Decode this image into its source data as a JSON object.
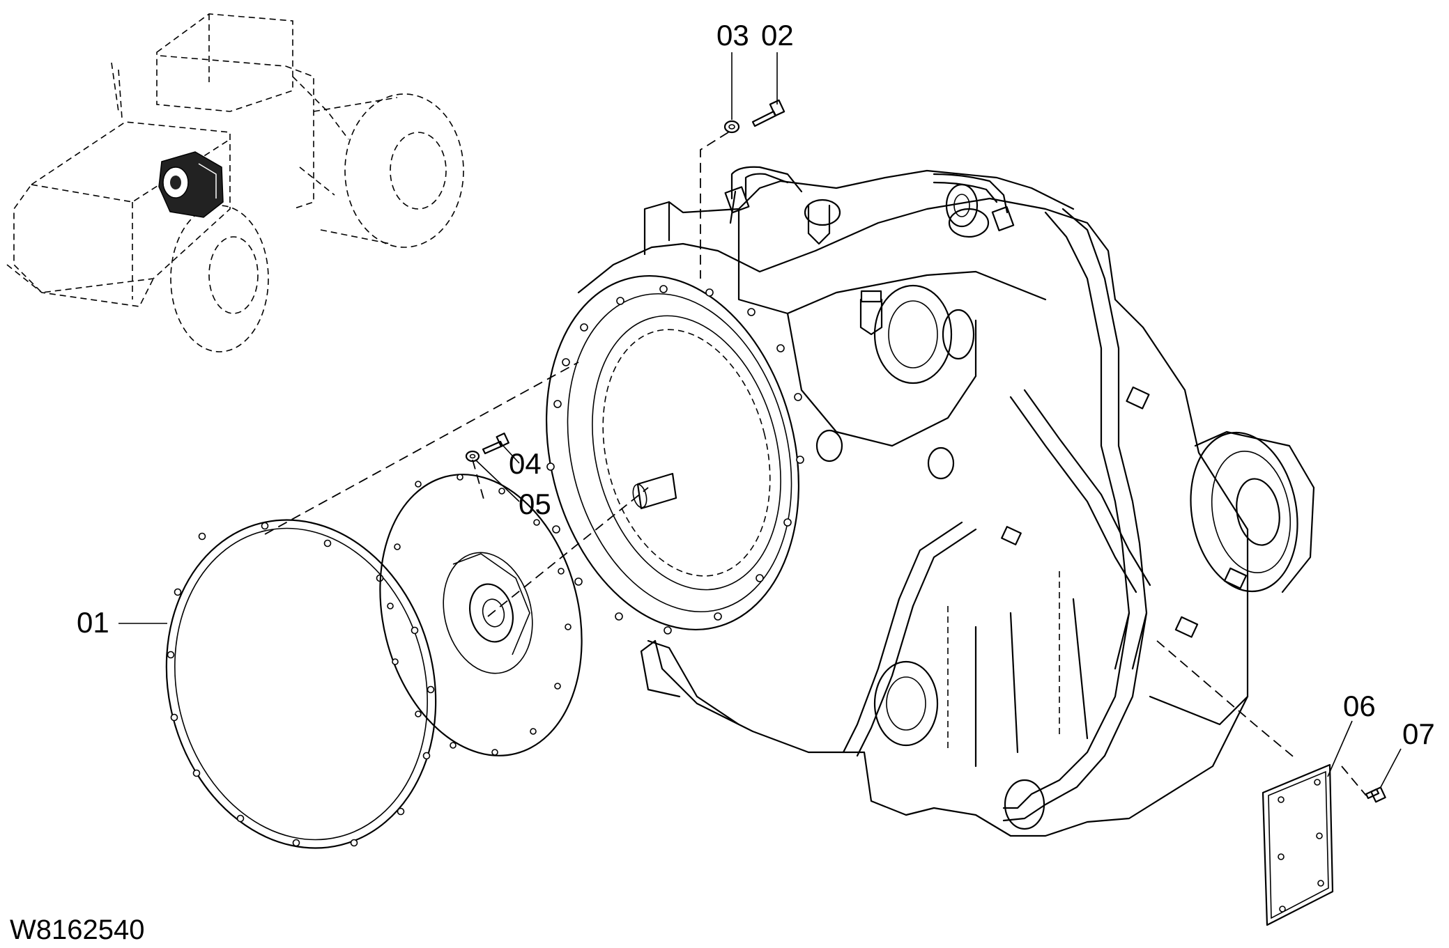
{
  "drawing": {
    "id": "W8162540"
  },
  "callouts": [
    {
      "id": "01",
      "label": "01"
    },
    {
      "id": "02",
      "label": "02"
    },
    {
      "id": "03",
      "label": "03"
    },
    {
      "id": "04",
      "label": "04"
    },
    {
      "id": "05",
      "label": "05"
    },
    {
      "id": "06",
      "label": "06"
    },
    {
      "id": "07",
      "label": "07"
    }
  ],
  "colors": {
    "line": "#000000",
    "background": "#ffffff",
    "highlight": "#222222"
  }
}
